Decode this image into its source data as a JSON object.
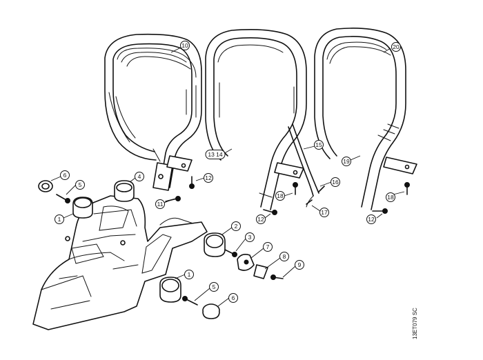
{
  "drawing_code": "13ET079 SC",
  "callouts": [
    "1",
    "2",
    "3",
    "4",
    "5",
    "6",
    "7",
    "8",
    "9",
    "10",
    "11",
    "12",
    "13",
    "14",
    "15",
    "16",
    "17",
    "18",
    "19",
    "20"
  ],
  "callout_13_14": "13 14"
}
